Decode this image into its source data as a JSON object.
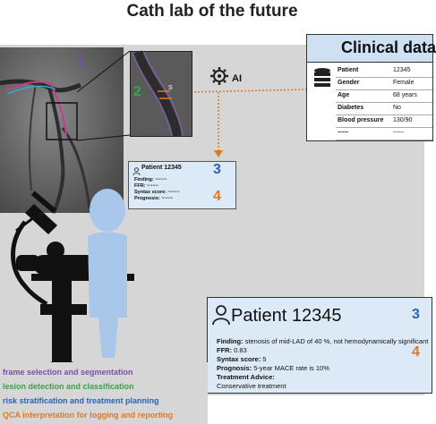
{
  "title": "Cath lab of the future",
  "labels": {
    "n1": "1",
    "n2": "2",
    "n3": "3",
    "n4": "4",
    "ai": "AI",
    "s": "S"
  },
  "colors": {
    "step1": "#7a4fb0",
    "step2": "#3aa34a",
    "step3": "#2a63b8",
    "step4": "#e07a22",
    "card_bg": "#dce9f6",
    "person": "#a9c7ea"
  },
  "clinical": {
    "title": "Clinical data",
    "rows": [
      {
        "k": "Patient",
        "v": "12345"
      },
      {
        "k": "Gender",
        "v": "Female"
      },
      {
        "k": "Age",
        "v": "68 years"
      },
      {
        "k": "Diabetes",
        "v": "No"
      },
      {
        "k": "Blood pressure",
        "v": "130/90"
      },
      {
        "k": "~~~",
        "v": "~~~"
      }
    ]
  },
  "small_card": {
    "patient": "Patient 12345",
    "finding": "Finding: ~~~~",
    "ffr": "FFR: ~~~~",
    "syntax": "Syntax score: ~~~~",
    "prognosis": "Prognosis: ~~~~"
  },
  "big_card": {
    "patient": "Patient 12345",
    "finding_label": "Finding:",
    "finding_value": "stenosis of mid-LAD of 40 %, not hemodynamically significant",
    "ffr_label": "FFR:",
    "ffr_value": "0.83",
    "syntax_label": "Syntax score:",
    "syntax_value": "5",
    "prognosis_label": "Prognosis:",
    "prognosis_value": "5-year MACE rate is 10%",
    "advice_label": "Treatment Advice:",
    "advice_value": "Conservative treatment"
  },
  "legend": [
    {
      "text": "1. frame selection and segmentation",
      "color": "#7a4fb0"
    },
    {
      "text": "2. lesion detection and classification",
      "color": "#3aa34a"
    },
    {
      "text": "3. risk stratification and treatment planning",
      "color": "#2a63b8"
    },
    {
      "text": "4. QCA interpretation for logging and reporting",
      "color": "#e07a22"
    }
  ]
}
